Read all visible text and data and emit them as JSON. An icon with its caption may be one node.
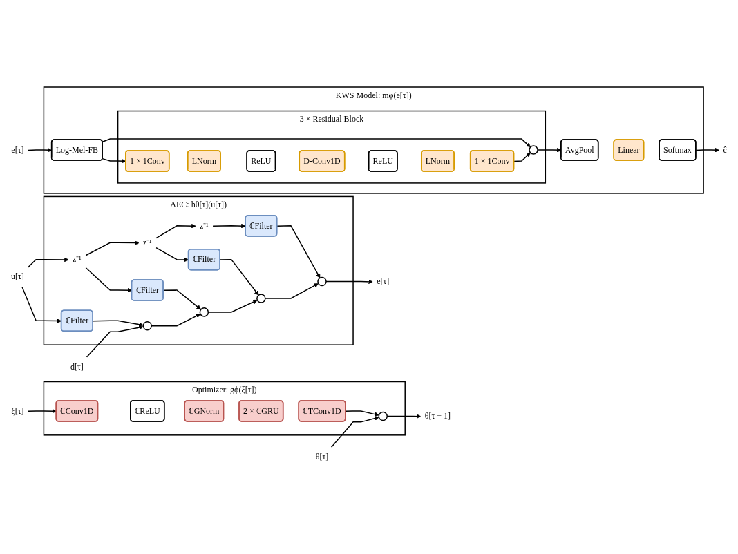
{
  "diagram": {
    "nodes": [
      {
        "text": [
          "AEC: hθ[τ](u[τ])"
        ]
      },
      {
        "text": [
          "u[τ]"
        ]
      },
      {
        "text": [
          "z⁻¹"
        ],
        "in": 0
      },
      {
        "text": [
          "z⁻¹"
        ],
        "in": 0
      },
      {
        "text": [
          "z⁻¹"
        ],
        "in": 0
      },
      {
        "text": [
          "ℂFilter"
        ],
        "in": 0
      },
      {
        "text": [
          "ℂFilter"
        ],
        "in": 0
      },
      {
        "text": [
          "ℂFilter"
        ],
        "in": 0
      },
      {
        "text": [
          "ℂFilter"
        ],
        "in": 0
      },
      {
        "text": [
          "d[τ]"
        ]
      },
      {
        "text": [],
        "shape": "circle",
        "in": 0
      },
      {
        "text": [],
        "shape": "circle",
        "in": 0
      },
      {
        "text": [],
        "shape": "circle",
        "in": 0
      },
      {
        "text": [],
        "shape": "circle",
        "in": 0
      },
      {
        "text": [
          "e[τ]"
        ]
      },
      {
        "text": [
          "Optimizer: gϕ(ξ[τ])"
        ]
      },
      {
        "text": [
          "ξ[τ]"
        ]
      },
      {
        "text": [
          "ℂConv1D"
        ],
        "in": 15
      },
      {
        "text": [
          "ℂReLU"
        ],
        "in": 15
      },
      {
        "text": [
          "ℂGNorm"
        ],
        "in": 15
      },
      {
        "text": [
          "2 × ℂGRU"
        ],
        "in": 15
      },
      {
        "text": [
          "ℂTConv1D"
        ],
        "in": 15
      },
      {
        "text": [
          "θ[τ]"
        ]
      },
      {
        "text": [],
        "shape": "circle",
        "in": 15
      },
      {
        "text": [
          "θ[τ + 1]"
        ]
      },
      {
        "text": [
          "KWS Model: mφ(e[τ])"
        ]
      },
      {
        "text": [
          "e[τ]"
        ]
      },
      {
        "text": [
          "Log-Mel-FB"
        ],
        "in": 25
      },
      {
        "text": [
          "3 × Residual Block"
        ],
        "in": 25
      },
      {
        "text": [
          "1 × 1Conv"
        ],
        "in": 28
      },
      {
        "text": [
          "LNorm"
        ],
        "in": 28
      },
      {
        "text": [
          "ReLU"
        ],
        "in": 28
      },
      {
        "text": [
          "D-Conv1D"
        ],
        "in": 28
      },
      {
        "text": [
          "ReLU"
        ],
        "in": 28
      },
      {
        "text": [
          "LNorm"
        ],
        "in": 28
      },
      {
        "text": [
          "1 × 1Conv"
        ],
        "in": 28
      },
      {
        "text": [],
        "shape": "circle",
        "in": 28
      },
      {
        "text": [
          "AvgPool"
        ],
        "in": 25
      },
      {
        "text": [
          "Linear"
        ],
        "in": 25
      },
      {
        "text": [
          "Softmax"
        ],
        "in": 25
      },
      {
        "text": [
          "ĉ"
        ]
      }
    ],
    "edges": [
      {
        "from": 1,
        "to": 5,
        "arrow": "to"
      },
      {
        "from": 1,
        "to": 2,
        "arrow": "to"
      },
      {
        "from": 2,
        "to": 6,
        "arrow": "to"
      },
      {
        "from": 2,
        "to": 3,
        "arrow": "to"
      },
      {
        "from": 3,
        "to": 7,
        "arrow": "to"
      },
      {
        "from": 3,
        "to": 4,
        "arrow": "to"
      },
      {
        "from": 4,
        "to": 8,
        "arrow": "to"
      },
      {
        "from": 5,
        "to": 10,
        "arrow": "to"
      },
      {
        "from": 6,
        "to": 11,
        "arrow": "to"
      },
      {
        "from": 7,
        "to": 12,
        "arrow": "to"
      },
      {
        "from": 8,
        "to": 13,
        "arrow": "to"
      },
      {
        "from": 9,
        "to": 10,
        "arrow": "to"
      },
      {
        "from": 10,
        "to": 11,
        "arrow": "to"
      },
      {
        "from": 11,
        "to": 12,
        "arrow": "to"
      },
      {
        "from": 12,
        "to": 13,
        "arrow": "to"
      },
      {
        "from": 13,
        "to": 14,
        "arrow": "to"
      },
      {
        "from": 16,
        "to": 17,
        "arrow": "to"
      },
      {
        "from": 21,
        "to": 23,
        "arrow": "to"
      },
      {
        "from": 22,
        "to": 23,
        "arrow": "to"
      },
      {
        "from": 23,
        "to": 24,
        "arrow": "to"
      },
      {
        "from": 26,
        "to": 27,
        "arrow": "to"
      },
      {
        "from": 27,
        "to": 29,
        "arrow": "to"
      },
      {
        "from": 27,
        "to": 36,
        "arrow": "to"
      },
      {
        "from": 35,
        "to": 36,
        "arrow": "to"
      },
      {
        "from": 36,
        "to": 37,
        "arrow": "to"
      },
      {
        "from": 39,
        "to": 40,
        "arrow": "to"
      }
    ]
  }
}
